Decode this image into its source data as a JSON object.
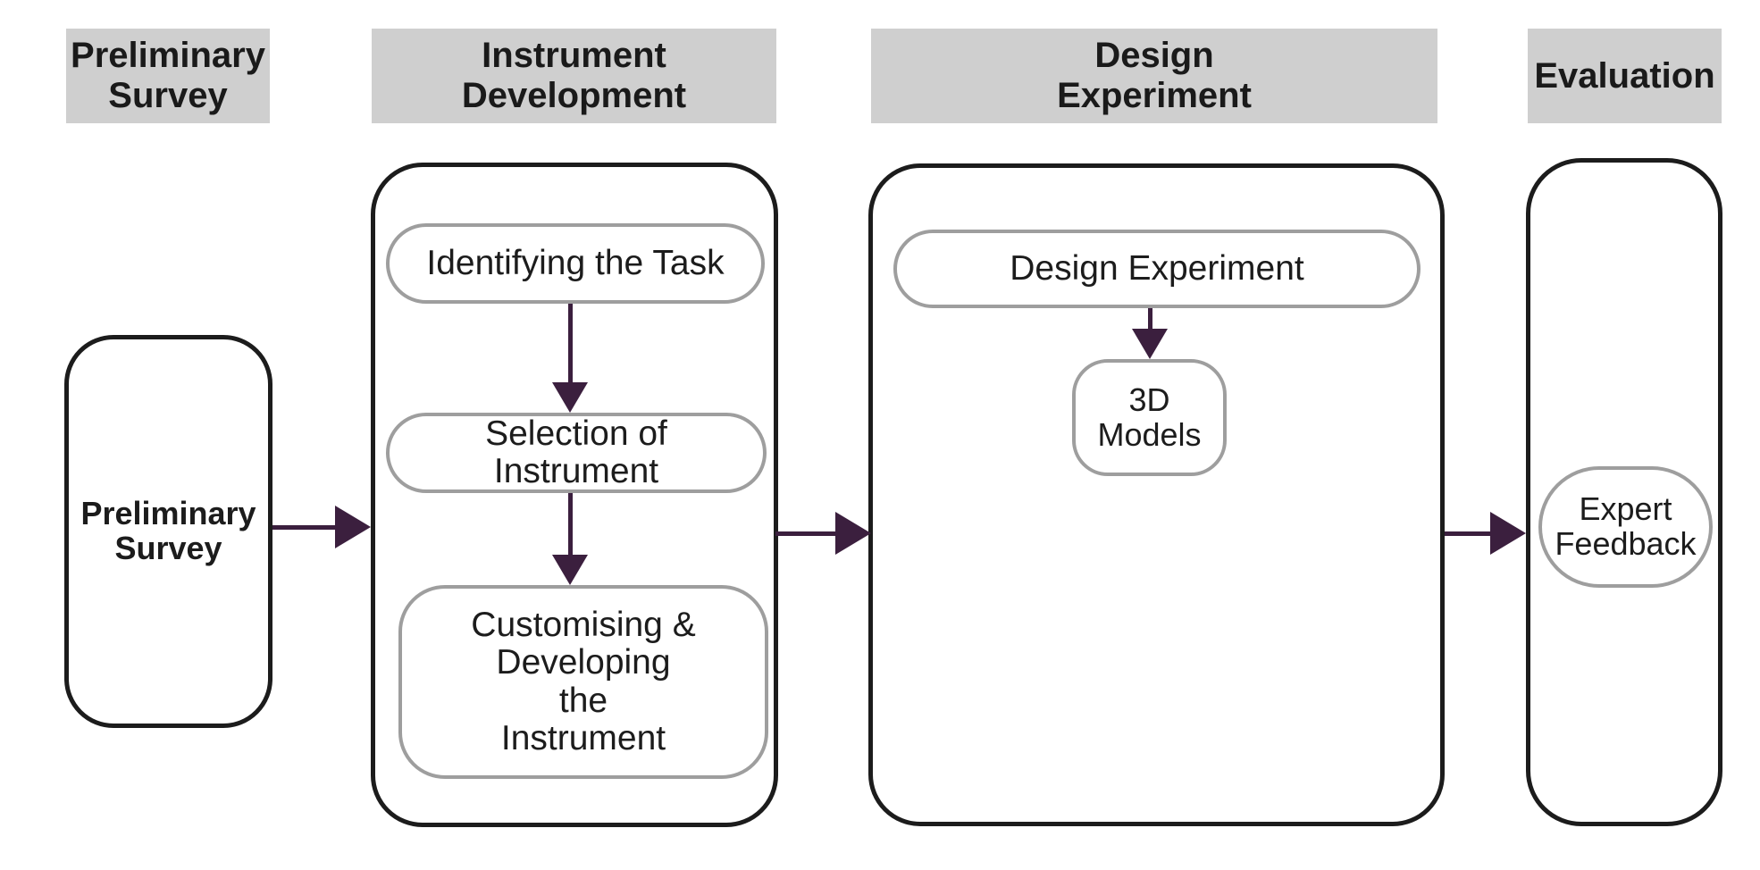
{
  "diagram": {
    "stages": [
      {
        "header": "Preliminary\nSurvey"
      },
      {
        "header": "Instrument\nDevelopment"
      },
      {
        "header": "Design\nExperiment"
      },
      {
        "header": "Evaluation"
      }
    ],
    "nodes": {
      "preliminary_survey": "Preliminary\nSurvey",
      "identifying_the_task": "Identifying the Task",
      "selection_of_instrument": "Selection of\nInstrument",
      "customising_developing": "Customising &\nDeveloping\nthe\nInstrument",
      "design_experiment": "Design Experiment",
      "three_d_models": "3D\nModels",
      "expert_feedback": "Expert\nFeedback"
    },
    "colors": {
      "header_fill": "#cfcfcf",
      "container_border": "#1c1c1c",
      "node_border": "#9e9e9e",
      "arrow": "#3b1f3e",
      "text": "#1a1a1a",
      "background": "#ffffff"
    }
  }
}
